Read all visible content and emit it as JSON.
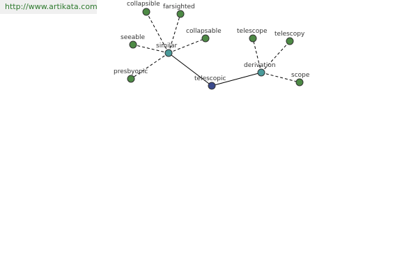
{
  "header": {
    "url": "http://www.artikata.com"
  },
  "colors": {
    "center_node": "#3a4a8c",
    "hub_node": "#4a9a9a",
    "leaf_node": "#4d8a45",
    "url_text": "#2e7a2e"
  },
  "graph": {
    "center": {
      "label": "telescopic"
    },
    "hubs": {
      "similar": {
        "label": "similar"
      },
      "derivation": {
        "label": "derivation"
      }
    },
    "leaves": {
      "collapsible": "collapsible",
      "farsighted": "farsighted",
      "seeable": "seeable",
      "collapsable": "collapsable",
      "presbyopic": "presbyopic",
      "telescope": "telescope",
      "telescopy": "telescopy",
      "scope": "scope"
    }
  }
}
